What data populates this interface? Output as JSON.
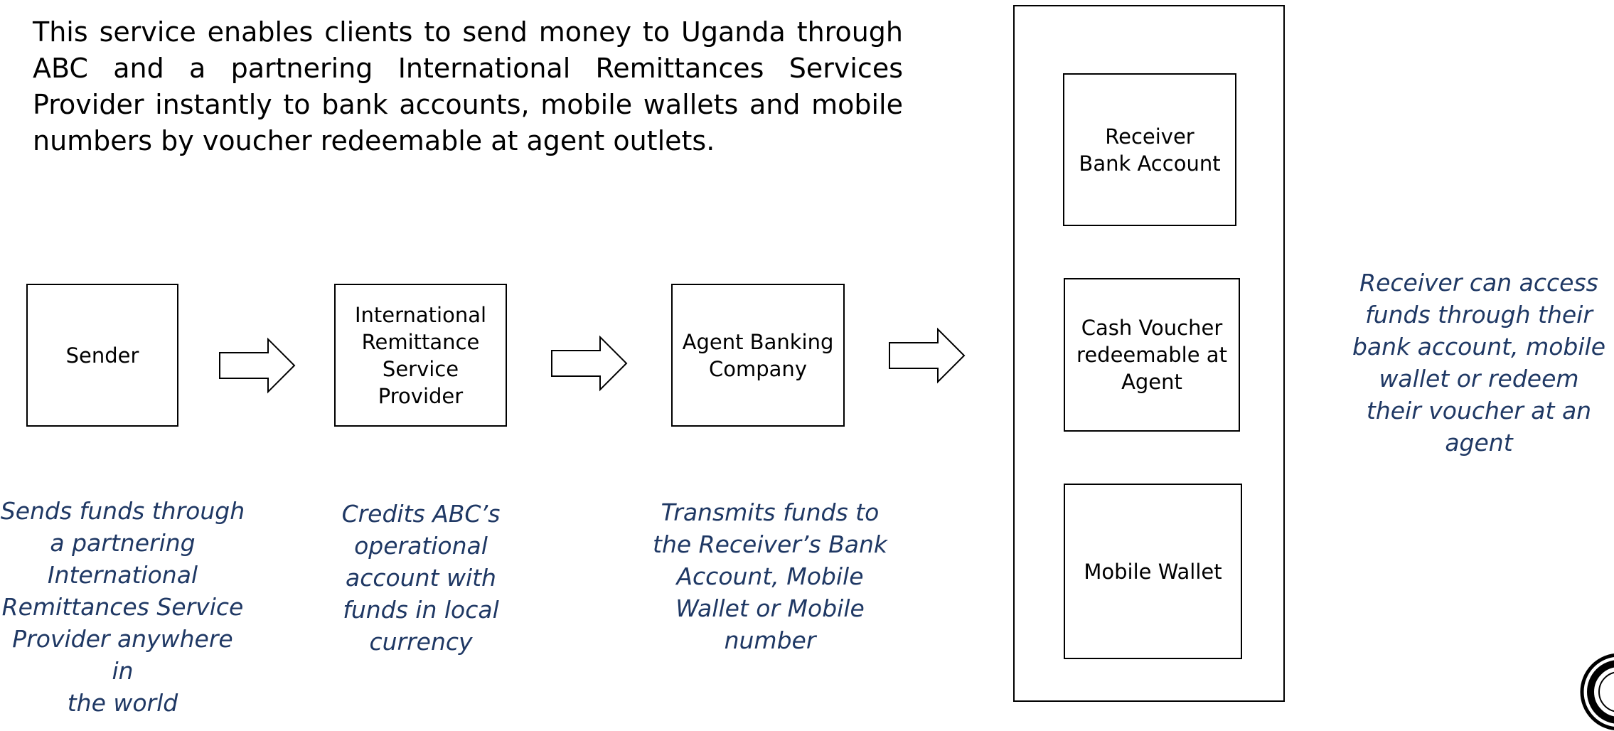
{
  "intro": {
    "text": "This service enables clients to send money to Uganda through ABC and a partnering International Remittances Services Provider instantly to bank accounts, mobile wallets and mobile numbers by voucher redeemable at agent outlets."
  },
  "flow": {
    "sender": {
      "label": "Sender",
      "description": "Sends funds through\na partnering\nInternational\nRemittances Service\nProvider anywhere in\nthe world"
    },
    "irsp": {
      "label": "International\nRemittance\nService\nProvider",
      "description": "Credits ABC’s\noperational\naccount with\nfunds in local\ncurrency"
    },
    "agent_banking": {
      "label": "Agent Banking\nCompany",
      "description": "Transmits funds to\nthe Receiver’s Bank\nAccount, Mobile\nWallet or Mobile\nnumber"
    }
  },
  "receiver_options": {
    "bank_account": "Receiver\nBank Account",
    "cash_voucher": "Cash Voucher\nredeemable at\nAgent",
    "mobile_wallet": "Mobile Wallet",
    "description": "Receiver can access\nfunds through their\nbank account, mobile\nwallet or redeem\ntheir voucher at an\nagent"
  },
  "colors": {
    "description_text": "#1f3864",
    "box_border": "#000000",
    "seal": "#000000"
  },
  "icons": {
    "flow_arrow": "block-right-arrow-icon",
    "seal": "partial-seal-icon"
  }
}
